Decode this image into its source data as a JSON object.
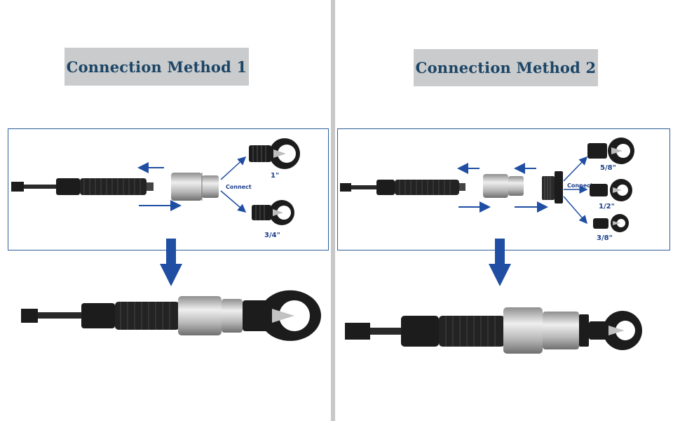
{
  "colors": {
    "title_bg": "#c9cbcc",
    "title_text": "#1d4566",
    "box_border": "#2d5e9a",
    "arrow_blue": "#1f4ea3",
    "label_blue": "#1d3f8a",
    "divider": "#c8c8c8",
    "tool_black": "#1c1c1c",
    "chrome": "#c6c6c6"
  },
  "method1": {
    "title": "Connection Method 1",
    "connect_label": "Connect",
    "sizes": [
      "1\"",
      "3/4\""
    ]
  },
  "method2": {
    "title": "Connection Method 2",
    "connect_label": "Connect",
    "sizes": [
      "5/8\"",
      "1/2\"",
      "3/8\""
    ]
  }
}
